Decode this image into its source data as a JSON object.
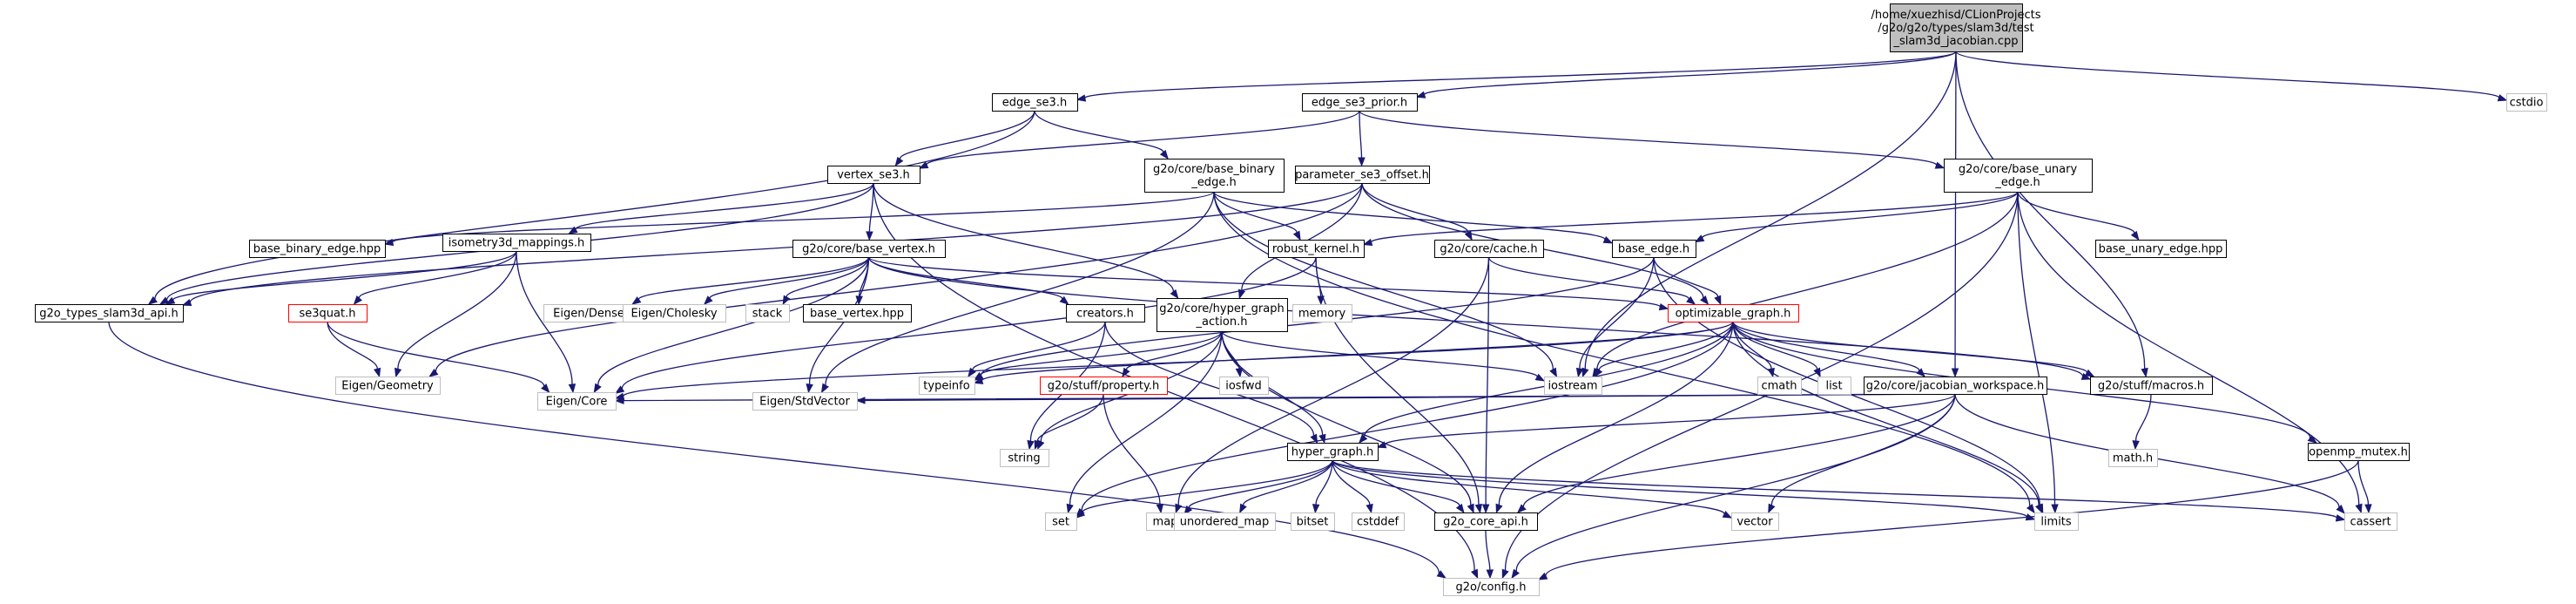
{
  "diagram": {
    "type": "include-dependency-graph",
    "nodes": [
      {
        "id": "root",
        "label": [
          "/home/xuezhisd/CLionProjects",
          "/g2o/g2o/types/slam3d/test",
          "_slam3d_jacobian.cpp"
        ],
        "style": "root"
      },
      {
        "id": "edge_se3",
        "label": [
          "edge_se3.h"
        ],
        "style": "normal"
      },
      {
        "id": "edge_se3_prior",
        "label": [
          "edge_se3_prior.h"
        ],
        "style": "normal"
      },
      {
        "id": "cstdio",
        "label": [
          "cstdio"
        ],
        "style": "external"
      },
      {
        "id": "vertex_se3",
        "label": [
          "vertex_se3.h"
        ],
        "style": "normal"
      },
      {
        "id": "base_binary_edge_h",
        "label": [
          "g2o/core/base_binary",
          "_edge.h"
        ],
        "style": "normal"
      },
      {
        "id": "parameter_se3_offset",
        "label": [
          "parameter_se3_offset.h"
        ],
        "style": "normal"
      },
      {
        "id": "base_unary_edge_h",
        "label": [
          "g2o/core/base_unary",
          "_edge.h"
        ],
        "style": "normal"
      },
      {
        "id": "base_binary_edge_hpp",
        "label": [
          "base_binary_edge.hpp"
        ],
        "style": "normal"
      },
      {
        "id": "isometry3d_mappings",
        "label": [
          "isometry3d_mappings.h"
        ],
        "style": "normal"
      },
      {
        "id": "base_vertex_h",
        "label": [
          "g2o/core/base_vertex.h"
        ],
        "style": "normal"
      },
      {
        "id": "robust_kernel",
        "label": [
          "robust_kernel.h"
        ],
        "style": "normal"
      },
      {
        "id": "cache_h",
        "label": [
          "g2o/core/cache.h"
        ],
        "style": "normal"
      },
      {
        "id": "base_edge",
        "label": [
          "base_edge.h"
        ],
        "style": "normal"
      },
      {
        "id": "base_unary_edge_hpp",
        "label": [
          "base_unary_edge.hpp"
        ],
        "style": "normal"
      },
      {
        "id": "types_api",
        "label": [
          "g2o_types_slam3d_api.h"
        ],
        "style": "normal"
      },
      {
        "id": "se3quat",
        "label": [
          "se3quat.h"
        ],
        "style": "truncated"
      },
      {
        "id": "eigen_dense",
        "label": [
          "Eigen/Dense"
        ],
        "style": "external"
      },
      {
        "id": "eigen_cholesky",
        "label": [
          "Eigen/Cholesky"
        ],
        "style": "external"
      },
      {
        "id": "stack",
        "label": [
          "stack"
        ],
        "style": "external"
      },
      {
        "id": "base_vertex_hpp",
        "label": [
          "base_vertex.hpp"
        ],
        "style": "normal"
      },
      {
        "id": "creators",
        "label": [
          "creators.h"
        ],
        "style": "normal"
      },
      {
        "id": "hyper_graph_action",
        "label": [
          "g2o/core/hyper_graph",
          "_action.h"
        ],
        "style": "normal"
      },
      {
        "id": "memory",
        "label": [
          "memory"
        ],
        "style": "external"
      },
      {
        "id": "optimizable_graph",
        "label": [
          "optimizable_graph.h"
        ],
        "style": "truncated"
      },
      {
        "id": "eigen_geometry",
        "label": [
          "Eigen/Geometry"
        ],
        "style": "external"
      },
      {
        "id": "typeinfo",
        "label": [
          "typeinfo"
        ],
        "style": "external"
      },
      {
        "id": "property",
        "label": [
          "g2o/stuff/property.h"
        ],
        "style": "truncated"
      },
      {
        "id": "iosfwd",
        "label": [
          "iosfwd"
        ],
        "style": "external"
      },
      {
        "id": "iostream",
        "label": [
          "iostream"
        ],
        "style": "external"
      },
      {
        "id": "cmath",
        "label": [
          "cmath"
        ],
        "style": "external"
      },
      {
        "id": "list",
        "label": [
          "list"
        ],
        "style": "external"
      },
      {
        "id": "jacobian_workspace",
        "label": [
          "g2o/core/jacobian_workspace.h"
        ],
        "style": "normal"
      },
      {
        "id": "macros",
        "label": [
          "g2o/stuff/macros.h"
        ],
        "style": "normal"
      },
      {
        "id": "eigen_core",
        "label": [
          "Eigen/Core"
        ],
        "style": "external"
      },
      {
        "id": "eigen_stdvector",
        "label": [
          "Eigen/StdVector"
        ],
        "style": "external"
      },
      {
        "id": "string",
        "label": [
          "string"
        ],
        "style": "external"
      },
      {
        "id": "hyper_graph",
        "label": [
          "hyper_graph.h"
        ],
        "style": "normal"
      },
      {
        "id": "math_h",
        "label": [
          "math.h"
        ],
        "style": "external"
      },
      {
        "id": "openmp_mutex",
        "label": [
          "openmp_mutex.h"
        ],
        "style": "normal"
      },
      {
        "id": "set",
        "label": [
          "set"
        ],
        "style": "external"
      },
      {
        "id": "map",
        "label": [
          "map"
        ],
        "style": "external"
      },
      {
        "id": "unordered_map",
        "label": [
          "unordered_map"
        ],
        "style": "external"
      },
      {
        "id": "bitset",
        "label": [
          "bitset"
        ],
        "style": "external"
      },
      {
        "id": "cstddef",
        "label": [
          "cstddef"
        ],
        "style": "external"
      },
      {
        "id": "core_api",
        "label": [
          "g2o_core_api.h"
        ],
        "style": "normal"
      },
      {
        "id": "vector",
        "label": [
          "vector"
        ],
        "style": "external"
      },
      {
        "id": "limits",
        "label": [
          "limits"
        ],
        "style": "external"
      },
      {
        "id": "cassert",
        "label": [
          "cassert"
        ],
        "style": "external"
      },
      {
        "id": "config",
        "label": [
          "g2o/config.h"
        ],
        "style": "external"
      }
    ],
    "edges": [
      [
        "root",
        "edge_se3"
      ],
      [
        "root",
        "edge_se3_prior"
      ],
      [
        "root",
        "iostream"
      ],
      [
        "root",
        "cstdio"
      ],
      [
        "root",
        "jacobian_workspace"
      ],
      [
        "root",
        "macros"
      ],
      [
        "edge_se3",
        "vertex_se3"
      ],
      [
        "edge_se3",
        "base_binary_edge_h"
      ],
      [
        "edge_se3",
        "types_api"
      ],
      [
        "edge_se3_prior",
        "vertex_se3"
      ],
      [
        "edge_se3_prior",
        "parameter_se3_offset"
      ],
      [
        "edge_se3_prior",
        "base_unary_edge_h"
      ],
      [
        "vertex_se3",
        "base_vertex_h"
      ],
      [
        "vertex_se3",
        "hyper_graph_action"
      ],
      [
        "vertex_se3",
        "isometry3d_mappings"
      ],
      [
        "vertex_se3",
        "types_api"
      ],
      [
        "vertex_se3",
        "config"
      ],
      [
        "base_binary_edge_h",
        "base_edge"
      ],
      [
        "base_binary_edge_h",
        "robust_kernel"
      ],
      [
        "base_binary_edge_h",
        "base_binary_edge_hpp"
      ],
      [
        "base_binary_edge_h",
        "iostream"
      ],
      [
        "base_binary_edge_h",
        "limits"
      ],
      [
        "base_binary_edge_h",
        "eigen_stdvector"
      ],
      [
        "parameter_se3_offset",
        "hyper_graph_action"
      ],
      [
        "parameter_se3_offset",
        "cache_h"
      ],
      [
        "parameter_se3_offset",
        "optimizable_graph"
      ],
      [
        "parameter_se3_offset",
        "types_api"
      ],
      [
        "parameter_se3_offset",
        "eigen_geometry"
      ],
      [
        "base_unary_edge_h",
        "base_edge"
      ],
      [
        "base_unary_edge_h",
        "robust_kernel"
      ],
      [
        "base_unary_edge_h",
        "base_unary_edge_hpp"
      ],
      [
        "base_unary_edge_h",
        "iostream"
      ],
      [
        "base_unary_edge_h",
        "limits"
      ],
      [
        "base_unary_edge_h",
        "cassert"
      ],
      [
        "base_unary_edge_h",
        "config"
      ],
      [
        "isometry3d_mappings",
        "se3quat"
      ],
      [
        "isometry3d_mappings",
        "eigen_geometry"
      ],
      [
        "isometry3d_mappings",
        "types_api"
      ],
      [
        "isometry3d_mappings",
        "eigen_core"
      ],
      [
        "base_vertex_h",
        "creators"
      ],
      [
        "base_vertex_h",
        "optimizable_graph"
      ],
      [
        "base_vertex_h",
        "macros"
      ],
      [
        "base_vertex_h",
        "eigen_core"
      ],
      [
        "base_vertex_h",
        "eigen_dense"
      ],
      [
        "base_vertex_h",
        "eigen_cholesky"
      ],
      [
        "base_vertex_h",
        "eigen_stdvector"
      ],
      [
        "base_vertex_h",
        "stack"
      ],
      [
        "base_vertex_h",
        "base_vertex_hpp"
      ],
      [
        "se3quat",
        "eigen_geometry"
      ],
      [
        "se3quat",
        "eigen_core"
      ],
      [
        "robust_kernel",
        "memory"
      ],
      [
        "robust_kernel",
        "core_api"
      ],
      [
        "robust_kernel",
        "eigen_core"
      ],
      [
        "cache_h",
        "optimizable_graph"
      ],
      [
        "cache_h",
        "core_api"
      ],
      [
        "cache_h",
        "map"
      ],
      [
        "base_edge",
        "optimizable_graph"
      ],
      [
        "base_edge",
        "iostream"
      ],
      [
        "base_edge",
        "limits"
      ],
      [
        "base_edge",
        "typeinfo"
      ],
      [
        "creators",
        "hyper_graph"
      ],
      [
        "creators",
        "typeinfo"
      ],
      [
        "creators",
        "string"
      ],
      [
        "hyper_graph_action",
        "typeinfo"
      ],
      [
        "hyper_graph_action",
        "property"
      ],
      [
        "hyper_graph_action",
        "iosfwd"
      ],
      [
        "hyper_graph_action",
        "iostream"
      ],
      [
        "hyper_graph_action",
        "set"
      ],
      [
        "hyper_graph_action",
        "hyper_graph"
      ],
      [
        "hyper_graph_action",
        "core_api"
      ],
      [
        "hyper_graph_action",
        "string"
      ],
      [
        "property",
        "string"
      ],
      [
        "property",
        "map"
      ],
      [
        "optimizable_graph",
        "typeinfo"
      ],
      [
        "optimizable_graph",
        "iostream"
      ],
      [
        "optimizable_graph",
        "cmath"
      ],
      [
        "optimizable_graph",
        "list"
      ],
      [
        "optimizable_graph",
        "jacobian_workspace"
      ],
      [
        "optimizable_graph",
        "macros"
      ],
      [
        "optimizable_graph",
        "openmp_mutex"
      ],
      [
        "optimizable_graph",
        "hyper_graph"
      ],
      [
        "optimizable_graph",
        "core_api"
      ],
      [
        "optimizable_graph",
        "eigen_core"
      ],
      [
        "optimizable_graph",
        "set"
      ],
      [
        "optimizable_graph",
        "limits"
      ],
      [
        "jacobian_workspace",
        "eigen_core"
      ],
      [
        "jacobian_workspace",
        "eigen_stdvector"
      ],
      [
        "jacobian_workspace",
        "hyper_graph"
      ],
      [
        "jacobian_workspace",
        "core_api"
      ],
      [
        "jacobian_workspace",
        "vector"
      ],
      [
        "jacobian_workspace",
        "cassert"
      ],
      [
        "jacobian_workspace",
        "config"
      ],
      [
        "macros",
        "math_h"
      ],
      [
        "hyper_graph",
        "set"
      ],
      [
        "hyper_graph",
        "map"
      ],
      [
        "hyper_graph",
        "unordered_map"
      ],
      [
        "hyper_graph",
        "bitset"
      ],
      [
        "hyper_graph",
        "cstddef"
      ],
      [
        "hyper_graph",
        "core_api"
      ],
      [
        "hyper_graph",
        "vector"
      ],
      [
        "hyper_graph",
        "limits"
      ],
      [
        "hyper_graph",
        "cassert"
      ],
      [
        "openmp_mutex",
        "cassert"
      ],
      [
        "openmp_mutex",
        "config"
      ],
      [
        "core_api",
        "config"
      ],
      [
        "types_api",
        "config"
      ]
    ]
  }
}
